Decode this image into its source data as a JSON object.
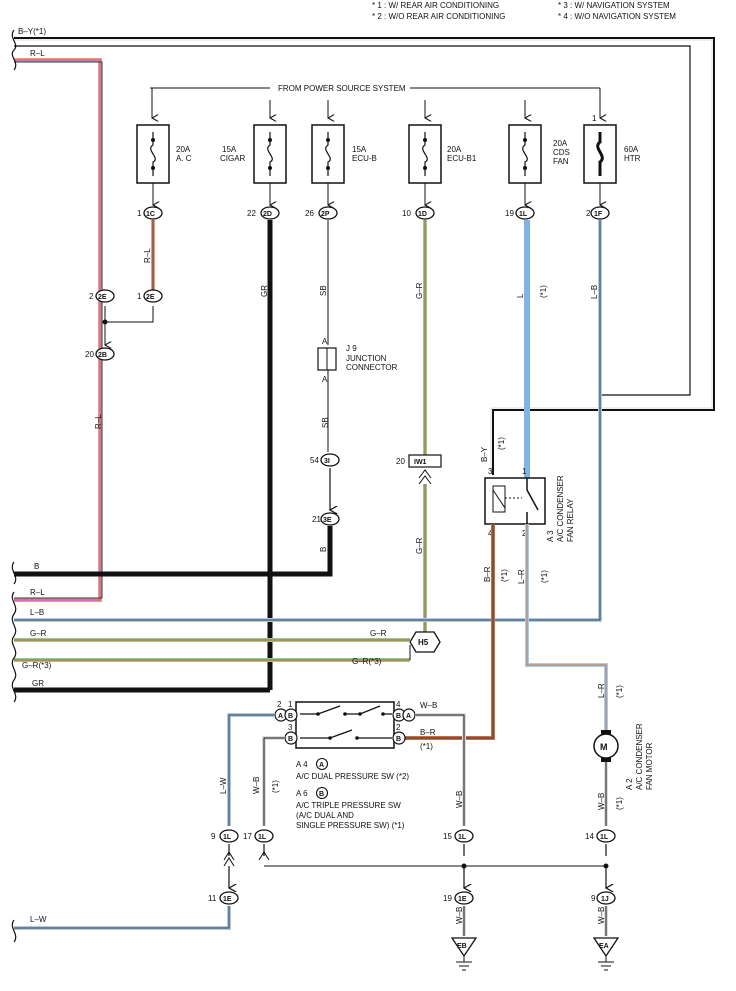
{
  "notes": [
    "* 1 : W/ REAR AIR CONDITIONING",
    "* 2 : W/O REAR AIR CONDITIONING",
    "* 3 : W/ NAVIGATION SYSTEM",
    "* 4 : W/O NAVIGATION SYSTEM"
  ],
  "power_source_label": "FROM POWER SOURCE SYSTEM",
  "fuses": [
    {
      "amp": "20A",
      "name": "A. C",
      "pin": "1",
      "conn": "1C"
    },
    {
      "amp": "15A",
      "name": "CIGAR",
      "pin": "22",
      "conn": "2D"
    },
    {
      "amp": "15A",
      "name": "ECU-B",
      "pin": "26",
      "conn": "2P"
    },
    {
      "amp": "20A",
      "name": "ECU-B1",
      "pin": "10",
      "conn": "1D"
    },
    {
      "amp": "20A",
      "name": "CDS",
      "name2": "FAN",
      "pin": "19",
      "conn": "1L"
    },
    {
      "amp": "60A",
      "name": "HTR",
      "pin": "2",
      "conn": "1F",
      "top_pin": "1"
    }
  ],
  "left_wires": {
    "top1": "B–Y(*1)",
    "top2": "R–L",
    "b": "B",
    "rl": "R–L",
    "lb": "L–B",
    "gr_mid": "G–R",
    "gr3": "G–R(*3)",
    "gr": "GR",
    "lw": "L–W"
  },
  "wire_colors": {
    "rl": "R–L",
    "gr": "GR",
    "sb": "SB",
    "g_r": "G–R",
    "l": "L",
    "l_b": "L–B",
    "b": "B",
    "b_y": "B–Y",
    "b_r": "B–R",
    "l_r": "L–R",
    "w_b": "W–B",
    "l_w": "L–W",
    "note1": "(*1)",
    "note3": "G–R(*3)"
  },
  "connectors": {
    "c2e_a": {
      "pin": "2",
      "conn": "2E"
    },
    "c2e_b": {
      "pin": "1",
      "conn": "2E"
    },
    "c2b": {
      "pin": "20",
      "conn": "2B"
    },
    "c3i": {
      "pin": "54",
      "conn": "3I"
    },
    "c3e": {
      "pin": "21",
      "conn": "3E"
    },
    "ciw1": {
      "pin": "20",
      "conn": "IW1"
    },
    "h15": "H5",
    "c1l_a": {
      "pin": "9",
      "conn": "1L"
    },
    "c1l_b": {
      "pin": "17",
      "conn": "1L"
    },
    "c1l_c": {
      "pin": "15",
      "conn": "1L"
    },
    "c1l_d": {
      "pin": "14",
      "conn": "1L"
    },
    "c1e_a": {
      "pin": "11",
      "conn": "1E"
    },
    "c1e_b": {
      "pin": "19",
      "conn": "1E"
    },
    "c1j": {
      "pin": "9",
      "conn": "1J"
    }
  },
  "junction": {
    "code": "J 9",
    "name1": "JUNCTION",
    "name2": "CONNECTOR",
    "pin_a_top": "A",
    "pin_a_bot": "A"
  },
  "relay": {
    "code": "A 3",
    "name1": "A/C CONDENSER",
    "name2": "FAN RELAY",
    "pins": [
      "3",
      "1",
      "4",
      "2"
    ]
  },
  "motor": {
    "code": "A 2",
    "name1": "A/C CONDENSER",
    "name2": "FAN MOTOR",
    "symbol": "M"
  },
  "switch": {
    "a4_code": "A 4",
    "a4_label": "A/C DUAL PRESSURE SW (*2)",
    "a6_code": "A 6",
    "a6_line1": "A/C TRIPLE PRESSURE SW",
    "a6_line2": "(A/C DUAL AND",
    "a6_line3": "SINGLE PRESSURE SW) (*1)",
    "a_letter": "A",
    "b_letter": "B",
    "pins_left": [
      "2",
      "3"
    ],
    "pins_right": [
      "4",
      "2"
    ],
    "pin_left_bottom": "1"
  },
  "grounds": [
    "EB",
    "EA"
  ]
}
